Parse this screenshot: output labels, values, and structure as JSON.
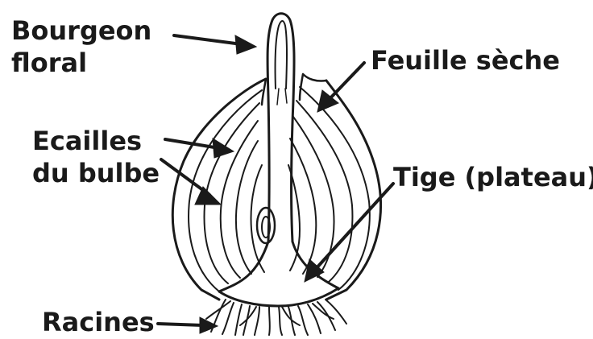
{
  "diagram": {
    "labels": {
      "bourgeon": [
        "Bourgeon",
        "floral"
      ],
      "feuille": "Feuille sèche",
      "ecailles": [
        "Ecailles",
        "du bulbe"
      ],
      "tige": "Tige (plateau)",
      "racines": "Racines"
    }
  }
}
